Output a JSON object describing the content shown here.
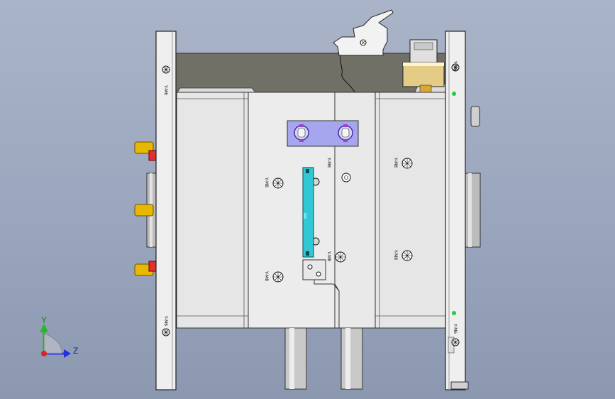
{
  "viewport": {
    "background_top": "#aab4c8",
    "background_bottom": "#8c98b0"
  },
  "plate_labels": {
    "left_top": "Y-M6",
    "left_bottom": "Y-M6",
    "right_top": "Y-M6",
    "right_bottom": "Y-M6",
    "center_1": "Y-M8",
    "center_2": "Y-M8",
    "center_3": "Y-M8",
    "center_4": "Y-M8",
    "center_5": "Y-M8",
    "center_6": "Y-M8"
  },
  "triad": {
    "y_label": "Y",
    "z_label": "Z",
    "y_color": "#22bb22",
    "z_color": "#2233dd",
    "x_color": "#dd2222"
  },
  "colors": {
    "plate": "#e6e6e6",
    "plate_edge": "#333333",
    "cavity_bar": "#707066",
    "slider": "#a6a6ee",
    "cyan_part": "#30c8d4",
    "red_fitting": "#e23030",
    "yellow_fitting": "#e8b800",
    "status_led": "#22cc44"
  }
}
